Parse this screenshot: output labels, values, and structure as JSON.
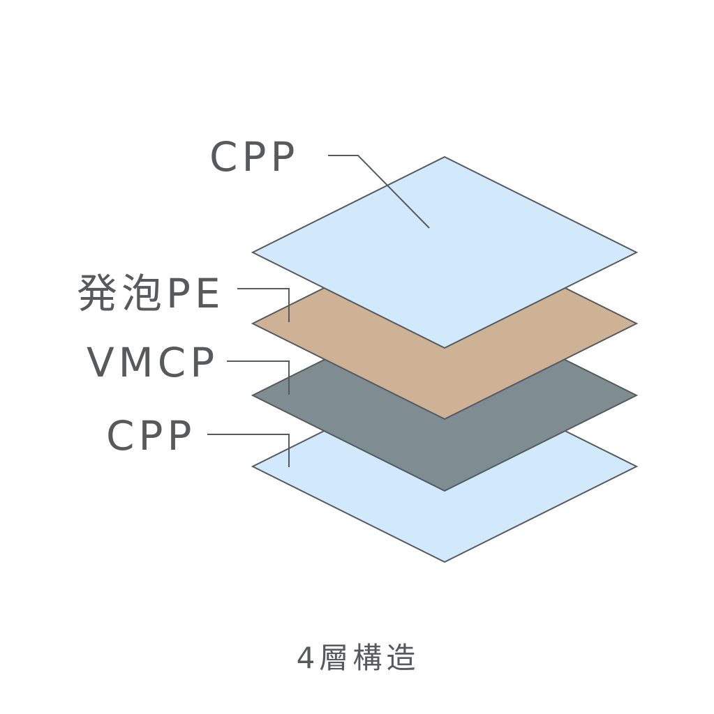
{
  "diagram": {
    "layers": [
      {
        "label": "CPP",
        "color": "#d2e9fc"
      },
      {
        "label": "VMCP",
        "color": "#7f8c92"
      },
      {
        "label": "発泡PE",
        "color": "#cdb296"
      },
      {
        "label": "CPP",
        "color": "#d2e9fc"
      }
    ],
    "caption": "4層構造"
  }
}
